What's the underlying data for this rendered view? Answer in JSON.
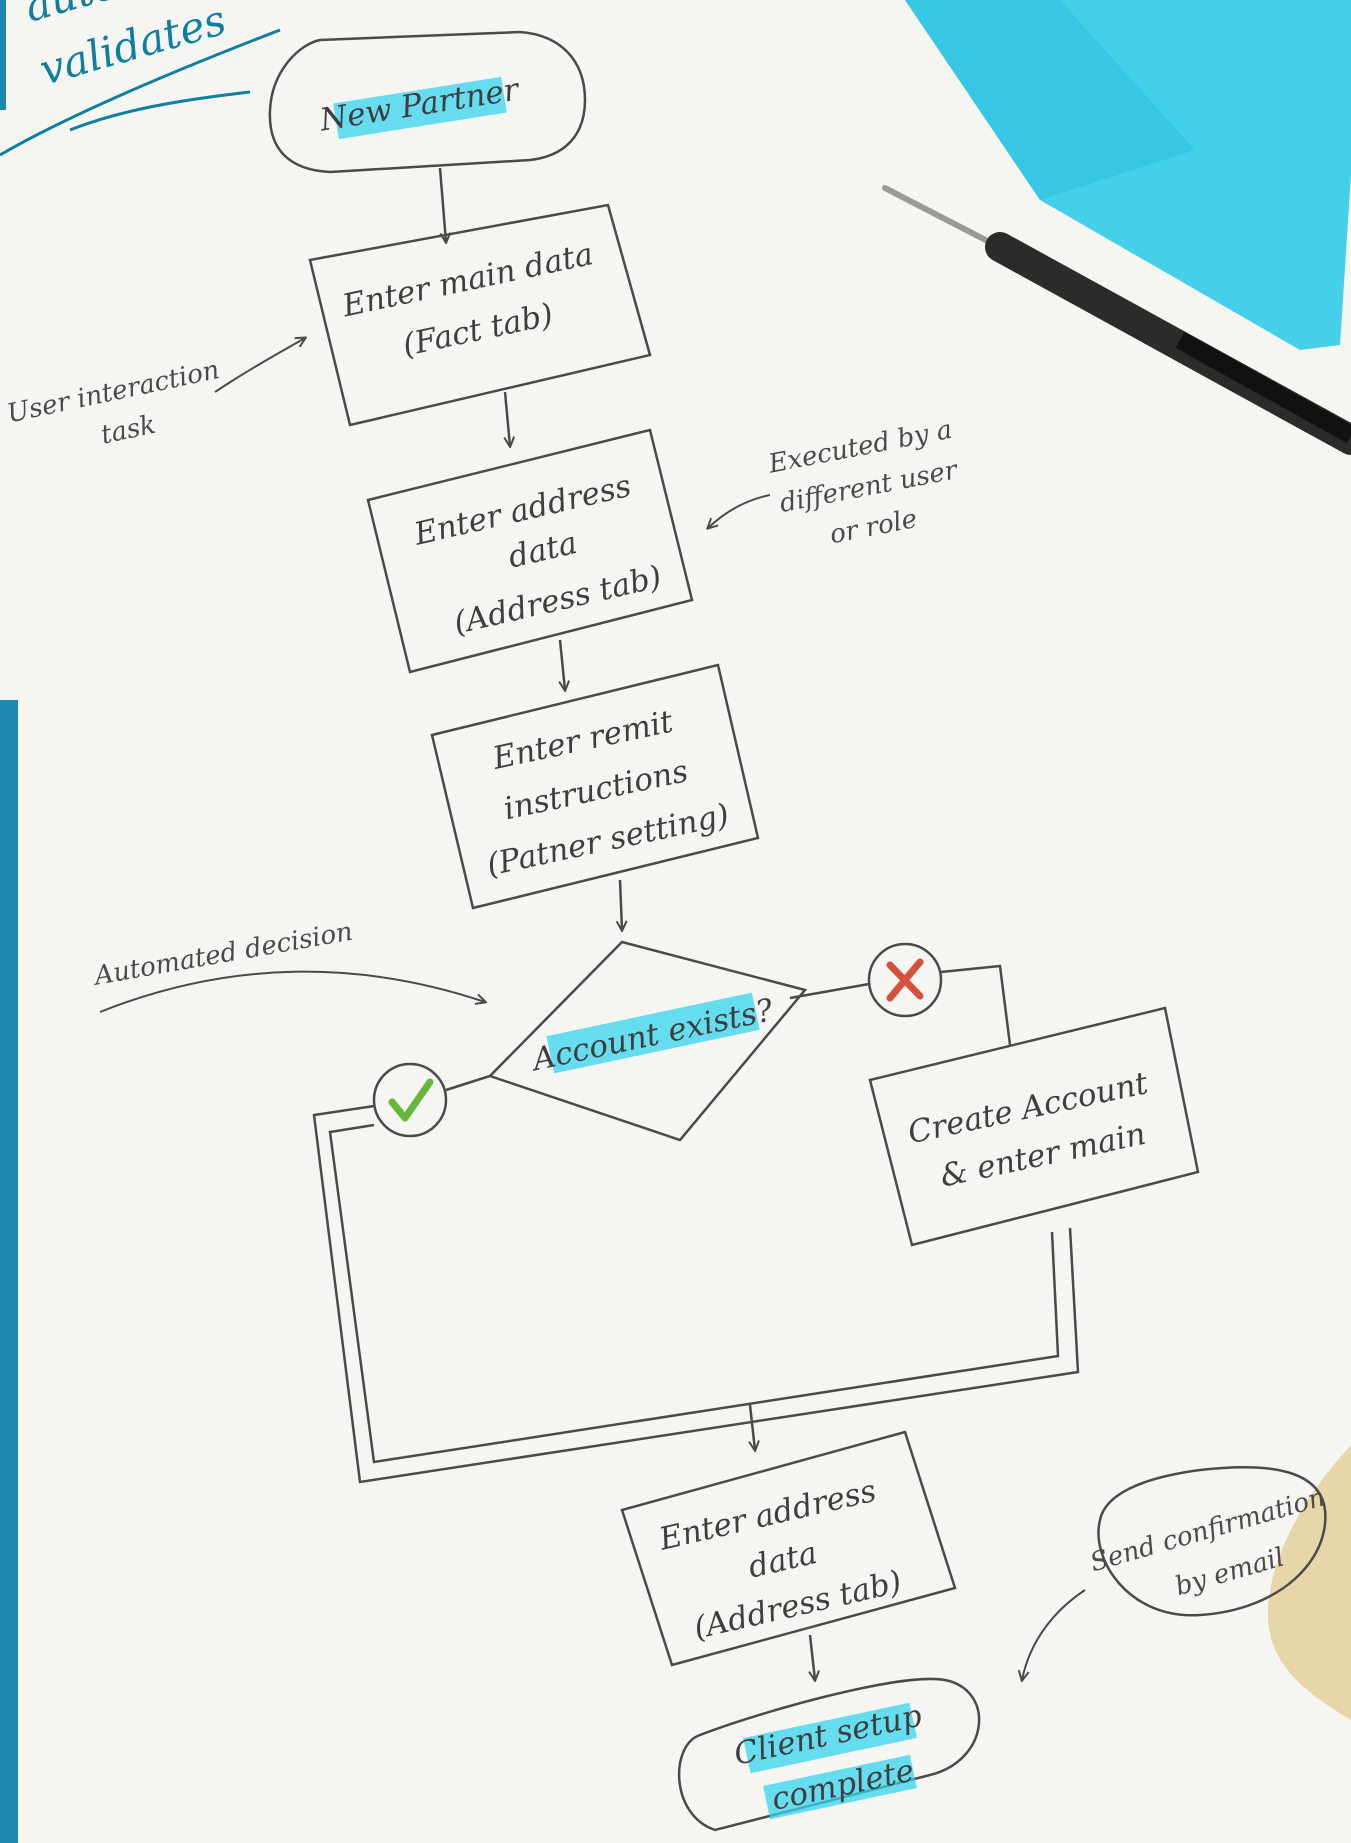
{
  "colors": {
    "paper": "#f5f5f2",
    "ink": "#4a4a4a",
    "annotation_ink": "#0f7fa0",
    "highlight": "#35d3ee",
    "check": "#66b63a",
    "cross": "#d6503b",
    "spiral": "#1b88ad"
  },
  "top_note": {
    "line1": "auto",
    "line2": "validates"
  },
  "nodes": {
    "start": {
      "label": "New Partner"
    },
    "main_data": {
      "line1": "Enter main data",
      "line2": "(Fact tab)"
    },
    "address_1": {
      "line1": "Enter address",
      "line2": "data",
      "line3": "(Address tab)"
    },
    "remit": {
      "line1": "Enter remit",
      "line2": "instructions",
      "line3": "(Patner setting)"
    },
    "decision": {
      "label": "Account exists?"
    },
    "create_account": {
      "line1": "Create Account",
      "line2": "& enter main"
    },
    "address_2": {
      "line1": "Enter address",
      "line2": "data",
      "line3": "(Address tab)"
    },
    "end": {
      "line1": "Client setup",
      "line2": "complete"
    },
    "email": {
      "line1": "Send confirmation",
      "line2": "by email"
    }
  },
  "annotations": {
    "user_task": {
      "line1": "User interaction",
      "line2": "task"
    },
    "different_user": {
      "line1": "Executed by a",
      "line2": "different user",
      "line3": "or role"
    },
    "automated": {
      "label": "Automated decision"
    }
  },
  "icons": {
    "yes": "check-icon",
    "no": "cross-icon"
  }
}
